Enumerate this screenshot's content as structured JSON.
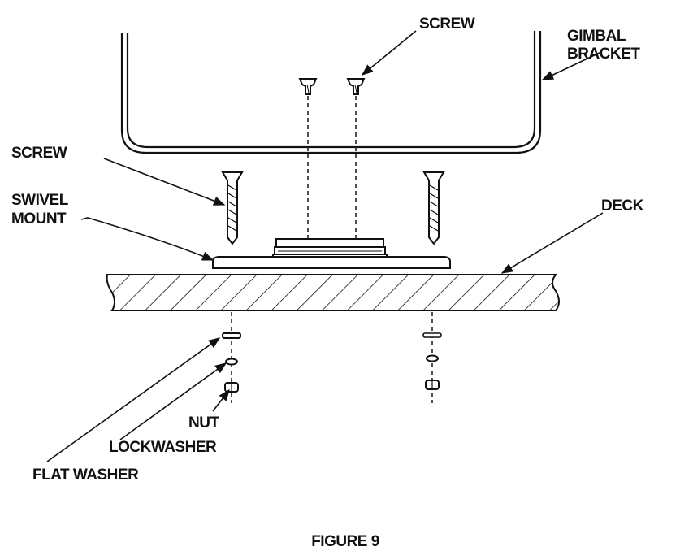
{
  "diagram": {
    "labels": {
      "screw_top": "SCREW",
      "gimbal_line1": "GIMBAL",
      "gimbal_line2": "BRACKET",
      "screw_left": "SCREW",
      "swivel_line1": "SWIVEL",
      "swivel_line2": "MOUNT",
      "deck": "DECK",
      "nut": "NUT",
      "lockwasher": "LOCKWASHER",
      "flat_washer": "FLAT WASHER"
    },
    "caption": "FIGURE 9"
  }
}
